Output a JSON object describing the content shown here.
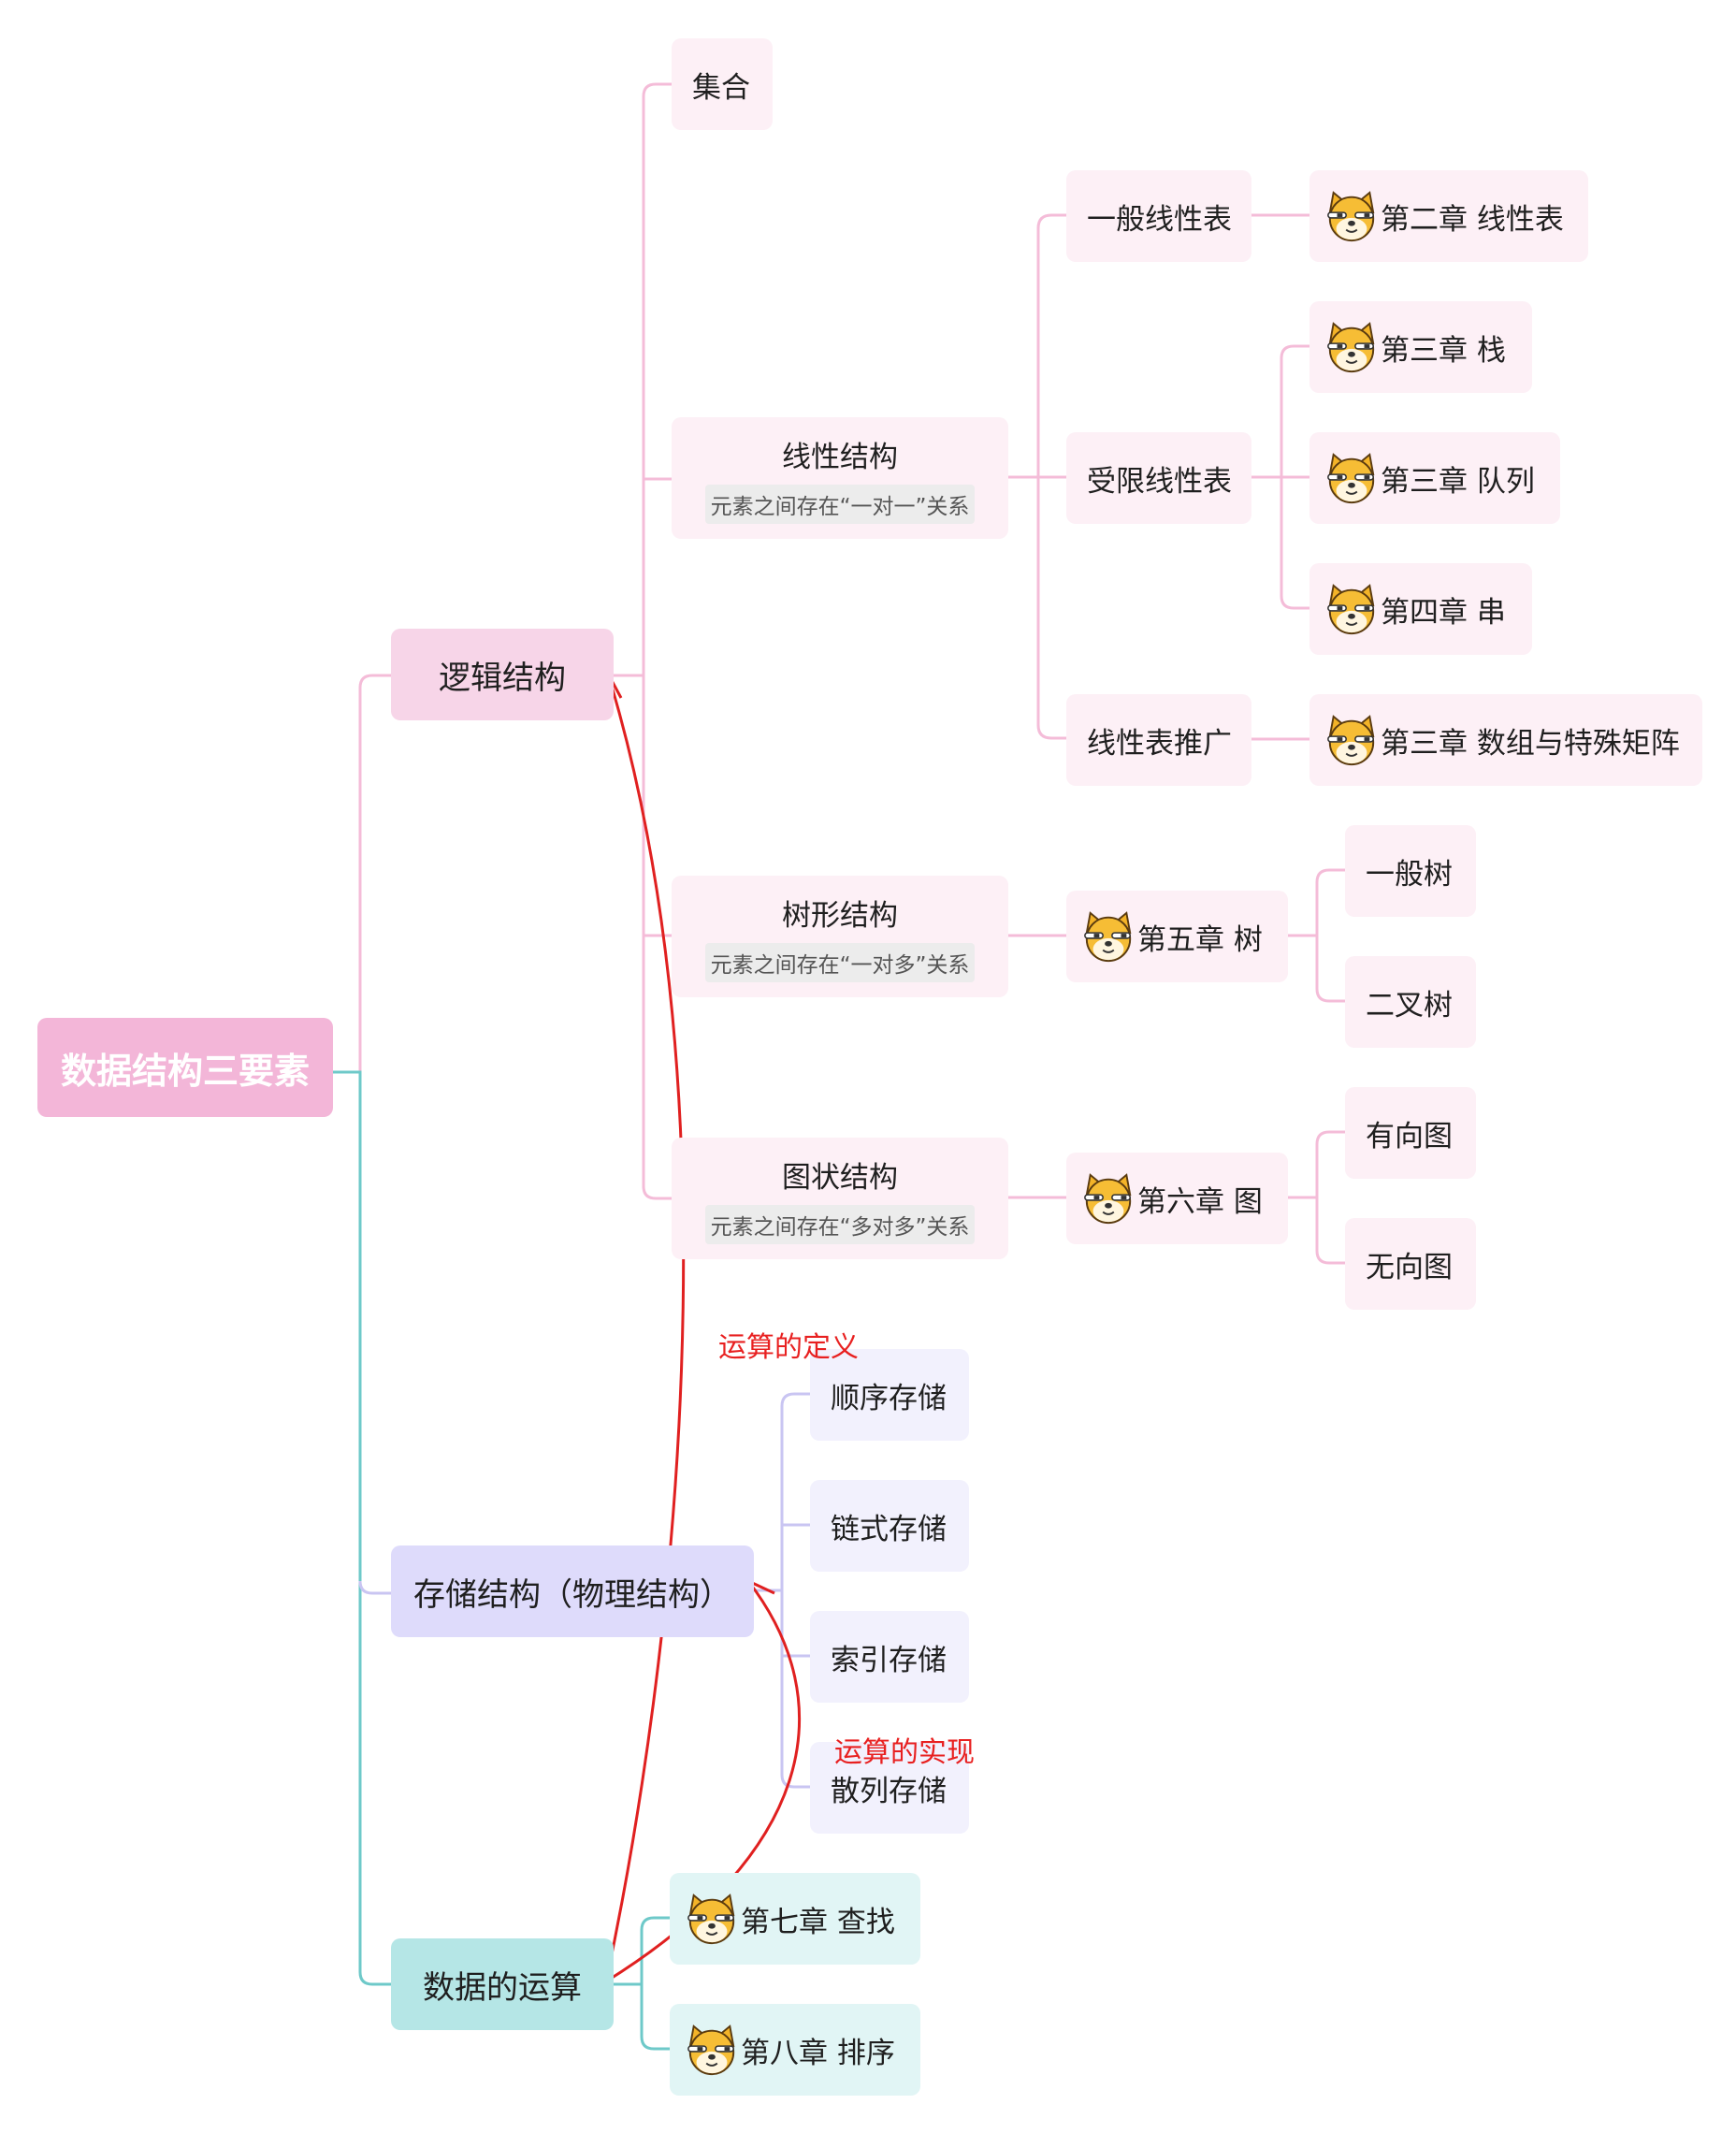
{
  "root": "数据结构三要素",
  "logical": {
    "label": "逻辑结构",
    "set": "集合",
    "linear": {
      "label": "线性结构",
      "desc": "元素之间存在“一对一”关系",
      "general": "一般线性表",
      "general_chapter": "第二章 线性表",
      "restricted": "受限线性表",
      "stack_chapter": "第三章 栈",
      "queue_chapter": "第三章 队列",
      "string_chapter": "第四章 串",
      "extension": "线性表推广",
      "array_chapter": "第三章 数组与特殊矩阵"
    },
    "tree": {
      "label": "树形结构",
      "desc": "元素之间存在“一对多”关系",
      "chapter": "第五章 树",
      "general_tree": "一般树",
      "binary_tree": "二叉树"
    },
    "graph": {
      "label": "图状结构",
      "desc": "元素之间存在“多对多”关系",
      "chapter": "第六章 图",
      "directed": "有向图",
      "undirected": "无向图"
    }
  },
  "storage": {
    "label": "存储结构（物理结构）",
    "sequential": "顺序存储",
    "linked": "链式存储",
    "indexed": "索引存储",
    "hashed": "散列存储"
  },
  "operations": {
    "label": "数据的运算",
    "search_chapter": "第七章 查找",
    "sort_chapter": "第八章 排序"
  },
  "annotations": {
    "definition": "运算的定义",
    "implementation": "运算的实现"
  },
  "colors": {
    "pink_line": "#f4bcd8",
    "purple_line": "#c9c5f2",
    "teal_line": "#6ec9c9",
    "arrow": "#e02020",
    "root_fill": "#f3b6d8"
  }
}
